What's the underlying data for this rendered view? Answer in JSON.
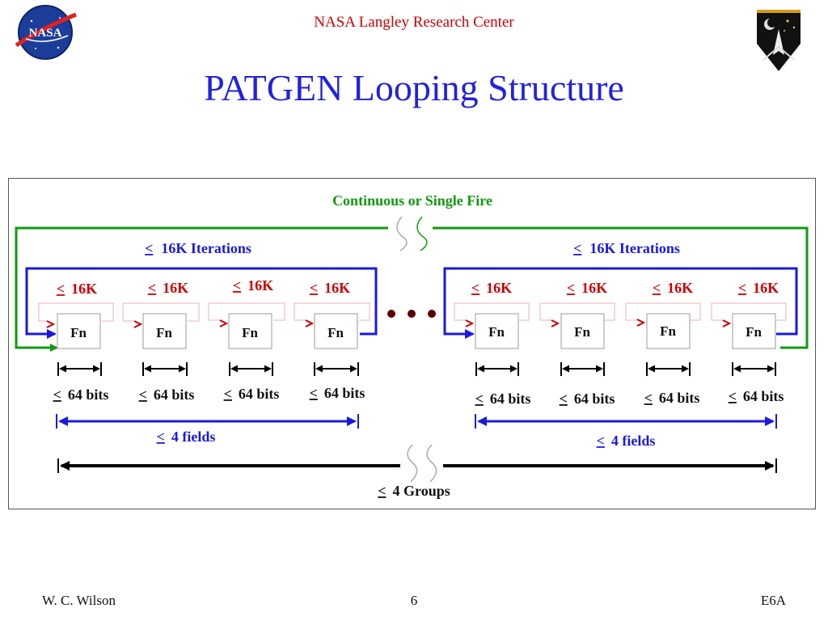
{
  "header": {
    "center_title": "NASA Langley Research Center",
    "left_logo": "NASA",
    "right_logo": "langley-emblem"
  },
  "slide": {
    "title": "PATGEN Looping Structure"
  },
  "diagram": {
    "outer_loop_label": "Continuous or Single Fire",
    "le_symbol": "<",
    "iteration_label": "16K Iterations",
    "field_repeat_label": "16K",
    "fn_label": "Fn",
    "bits_label": "64 bits",
    "fields_label": "4 fields",
    "groups_label": "4 Groups",
    "colors": {
      "green": "#119911",
      "blue": "#1a1add",
      "red": "#cc0000",
      "black": "#000000",
      "ellipsis": "#5a0000"
    }
  },
  "footer": {
    "author": "W. C. Wilson",
    "page": "6",
    "code": "E6A"
  }
}
